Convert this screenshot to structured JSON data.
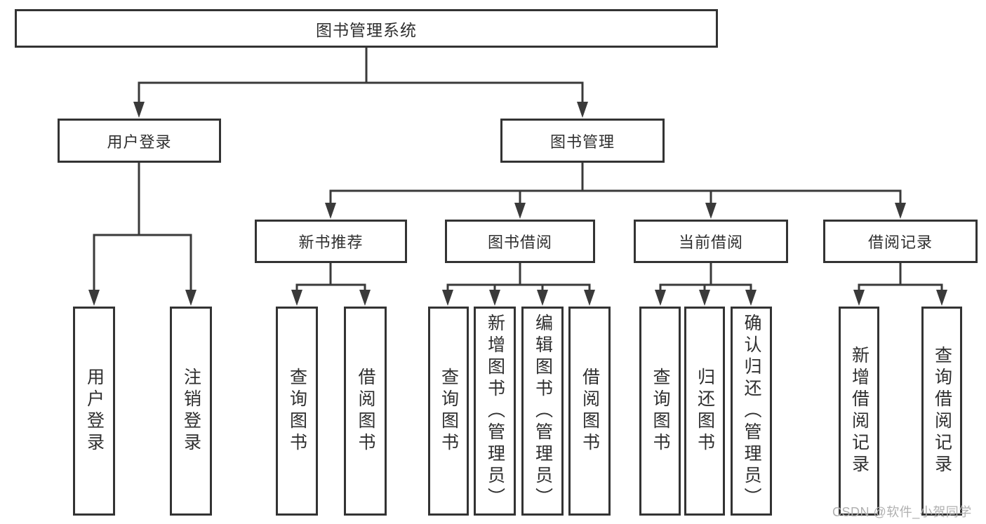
{
  "diagram": {
    "root": {
      "label": "图书管理系统"
    },
    "level2": [
      {
        "label": "用户登录"
      },
      {
        "label": "图书管理"
      }
    ],
    "level3": [
      {
        "label": "新书推荐"
      },
      {
        "label": "图书借阅"
      },
      {
        "label": "当前借阅"
      },
      {
        "label": "借阅记录"
      }
    ],
    "leaves": [
      {
        "label": "用户登录"
      },
      {
        "label": "注销登录"
      },
      {
        "label": "查询图书"
      },
      {
        "label": "借阅图书"
      },
      {
        "label": "查询图书"
      },
      {
        "label": "新增图书（管理员）"
      },
      {
        "label": "编辑图书（管理员）"
      },
      {
        "label": "借阅图书"
      },
      {
        "label": "查询图书"
      },
      {
        "label": "归还图书"
      },
      {
        "label": "确认归还（管理员）"
      },
      {
        "label": "新增借阅记录"
      },
      {
        "label": "查询借阅记录"
      }
    ],
    "watermark": "CSDN @软件_小贺同学",
    "colors": {
      "line": "#3a3a3a",
      "box_border": "#333333",
      "text": "#2f2f2f",
      "background": "#ffffff",
      "watermark": "#b0b0b0"
    }
  }
}
